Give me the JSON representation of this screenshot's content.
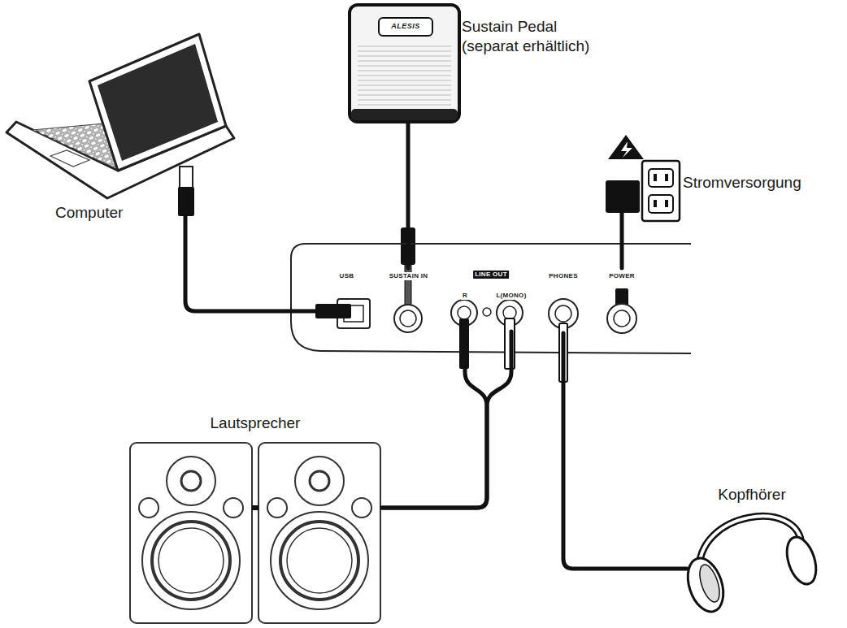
{
  "diagram": {
    "nodes": [
      {
        "text": [
          "Computer"
        ]
      },
      {
        "text": [
          "Sustain Pedal (separat erhältlich)"
        ]
      },
      {
        "text": [
          "Stromversorgung"
        ]
      },
      {
        "text": [
          "USB"
        ]
      },
      {
        "text": [
          "SUSTAIN IN"
        ]
      },
      {
        "text": [
          "LINE OUT"
        ]
      },
      {
        "text": [
          "R"
        ],
        "in": 5
      },
      {
        "text": [
          "L(MONO)"
        ],
        "in": 5
      },
      {
        "text": [
          "PHONES"
        ]
      },
      {
        "text": [
          "POWER"
        ]
      },
      {
        "text": [
          "Lautsprecher"
        ]
      },
      {
        "text": [
          "Kopfhörer"
        ]
      }
    ],
    "edges": [
      {
        "from": 0,
        "to": 3,
        "arrow": "none"
      },
      {
        "from": 1,
        "to": 4,
        "arrow": "none"
      },
      {
        "from": 2,
        "to": 9,
        "arrow": "none"
      },
      {
        "from": 6,
        "to": 10,
        "arrow": "none"
      },
      {
        "from": 7,
        "to": 10,
        "arrow": "none"
      },
      {
        "from": 8,
        "to": 11,
        "arrow": "none"
      }
    ],
    "labels": [
      "ALESIS"
    ]
  }
}
